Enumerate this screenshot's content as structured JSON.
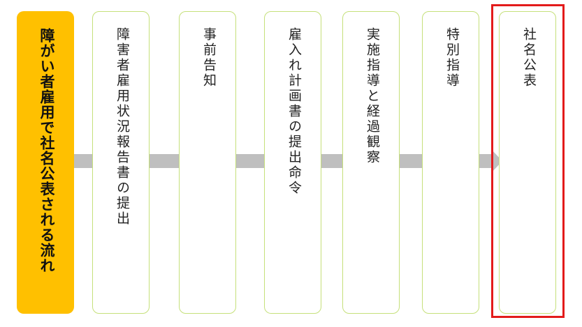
{
  "title": "障がい者雇用で社名公表される流れ",
  "steps": [
    "障害者雇用状況報告書の提出",
    "事前告知",
    "雇入れ計画書の提出命令",
    "実施指導と経過観察",
    "特別指導",
    "社名公表"
  ],
  "colors": {
    "title_fill": "#ffc000",
    "step_border": "#c5e07a",
    "arrow": "#bfbfbf",
    "highlight": "#e31b1b"
  },
  "highlighted_step": 6
}
